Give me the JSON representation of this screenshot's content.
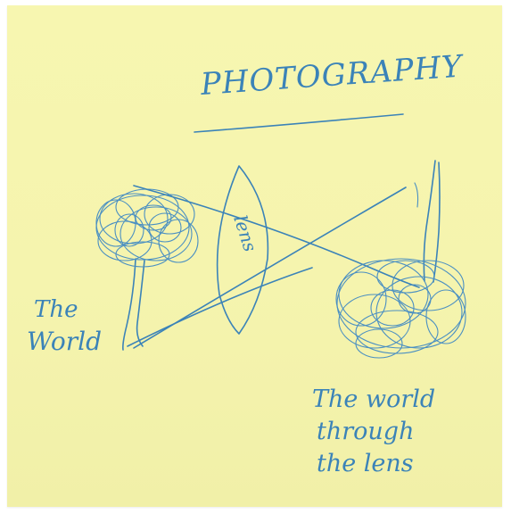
{
  "note": {
    "title": "PHOTOGRAPHY",
    "lens_label": "lens",
    "left_label": [
      "The",
      "World"
    ],
    "right_label": [
      "The world",
      "through",
      "the lens"
    ]
  },
  "colors": {
    "paper": "#f5f4ae",
    "ink": "#3b83b8"
  }
}
